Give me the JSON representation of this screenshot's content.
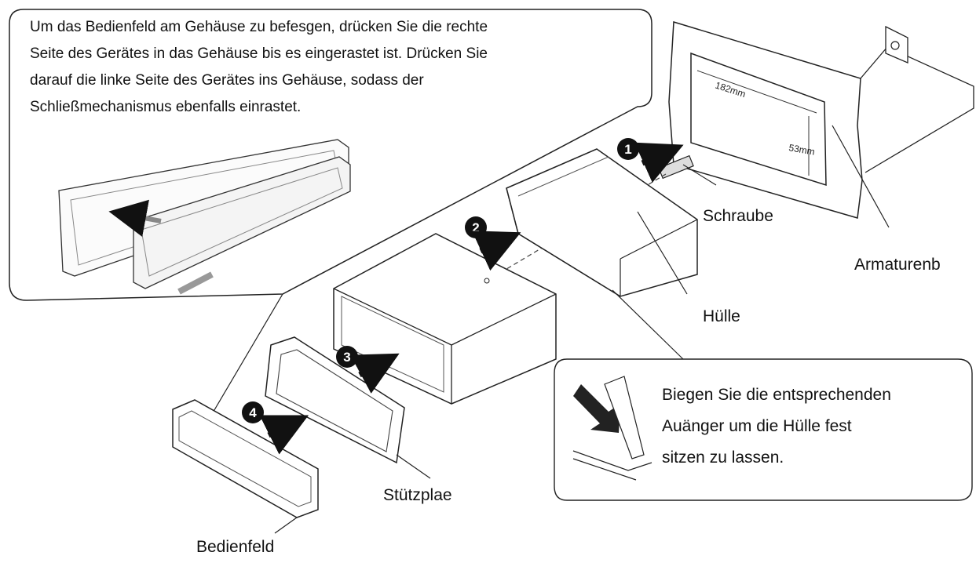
{
  "instruction_text": "Um das Bedienfeld am Gehäuse zu befesgen, drücken Sie  die rechte\nSeite des Gerätes in das Gehäuse bis es eingerastet ist. Drücken Sie\ndarauf die linke Seite des Gerätes ins Gehäuse, sodass der\nSchließmechanismus ebenfalls einrastet.",
  "bend_text": "Biegen Sie die entsprechenden\nAuänger um die Hülle fest\nsitzen zu lassen.",
  "labels": {
    "screw": "Schraube",
    "dashboard": "Armaturenb",
    "sleeve": "Hülle",
    "support_plate": "Stützplae",
    "front_panel": "Bedienfeld"
  },
  "dimensions": {
    "width": "182mm",
    "height": "53mm"
  },
  "steps": [
    "1",
    "2",
    "3",
    "4"
  ]
}
